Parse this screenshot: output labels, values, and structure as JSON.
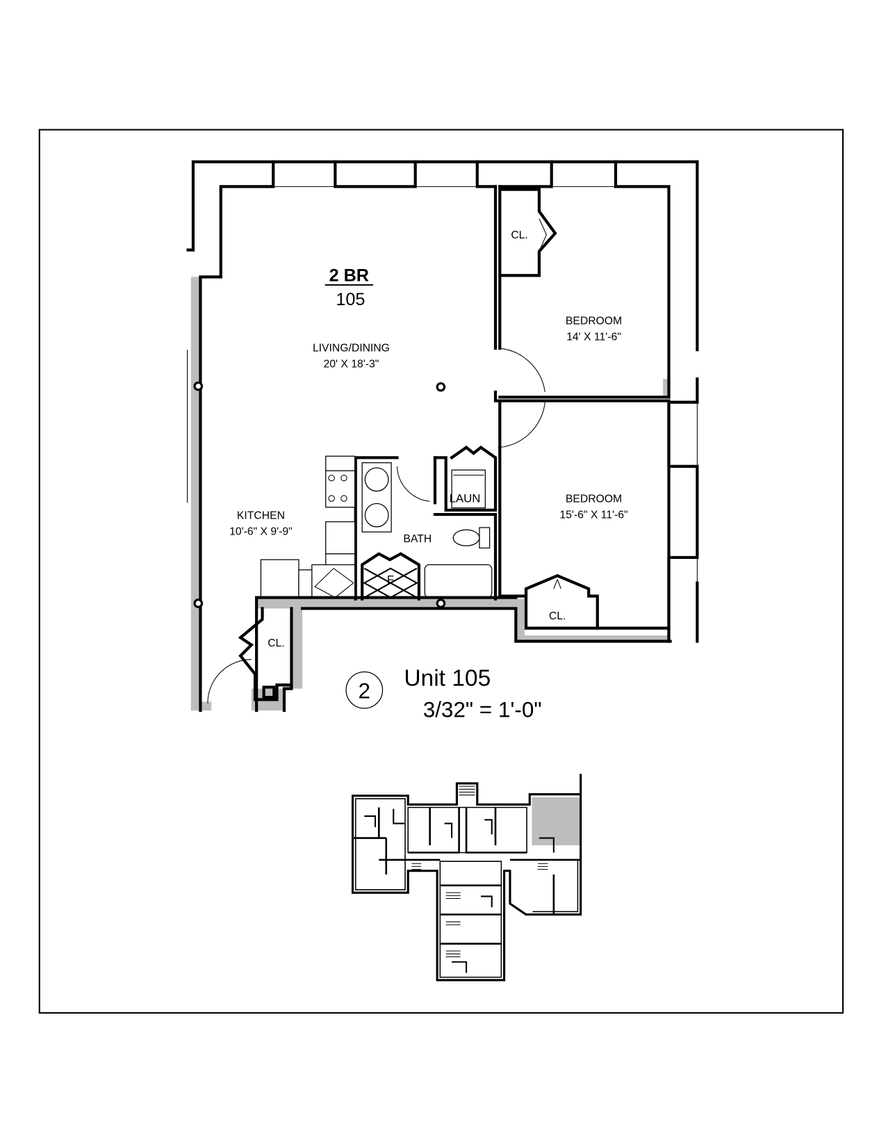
{
  "plan": {
    "unit_type": "2 BR",
    "unit_number": "105",
    "rooms": [
      {
        "name": "LIVING/DINING",
        "size": "20' X 18'-3\""
      },
      {
        "name": "BEDROOM",
        "size": "14' X 11'-6\""
      },
      {
        "name": "BEDROOM",
        "size": "15'-6\" X 11'-6\""
      },
      {
        "name": "KITCHEN",
        "size": "10'-6\" X 9'-9\""
      },
      {
        "name": "BATH"
      },
      {
        "name": "LAUN"
      },
      {
        "name": "F"
      }
    ],
    "closets": [
      "CL.",
      "CL.",
      "CL."
    ]
  },
  "title_block": {
    "drawing_number": "2",
    "title": "Unit 105",
    "scale": "3/32\" = 1'-0\""
  },
  "key_plan": {
    "highlight_color": "#bdbdbd"
  },
  "colors": {
    "wall": "#000000",
    "exterior_wall_fill": "#bdbdbd"
  }
}
